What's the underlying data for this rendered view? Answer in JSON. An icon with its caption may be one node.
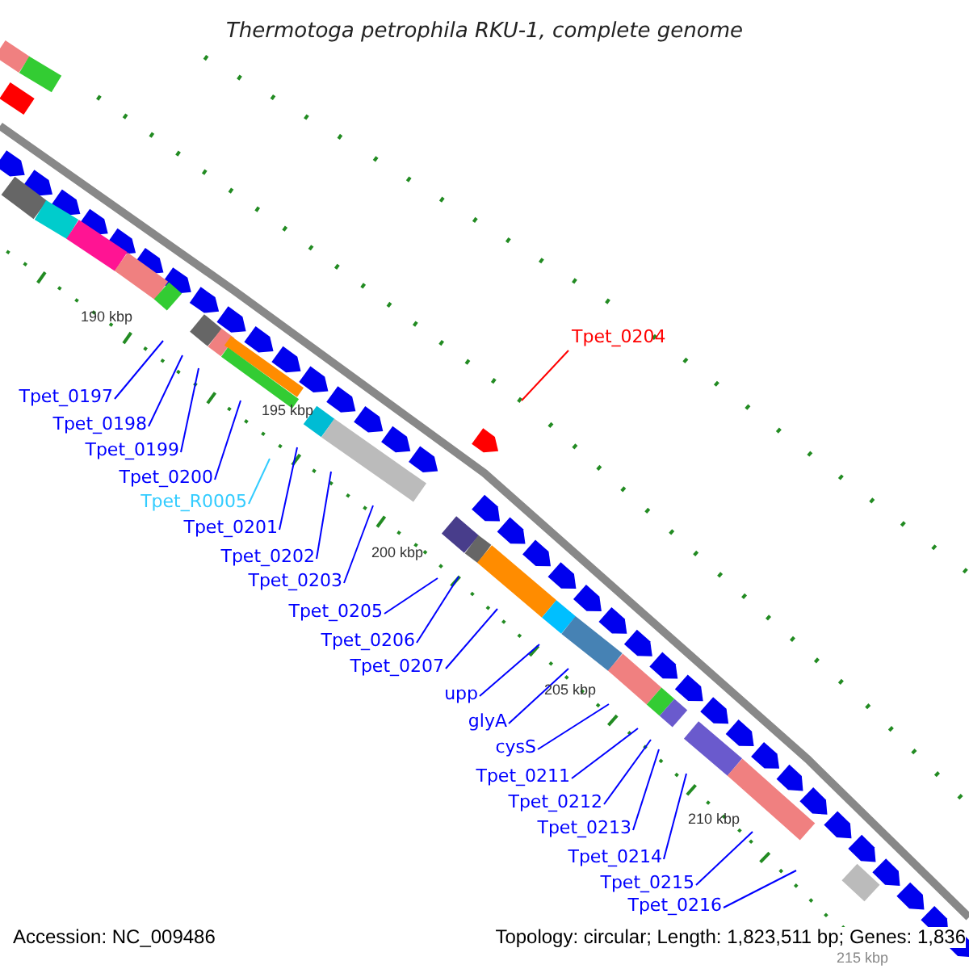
{
  "diagram": {
    "title": "Thermotoga petrophila RKU-1, complete genome",
    "nodes": [
      {
        "text": [
          "Tpet_0204"
        ]
      },
      {
        "text": [
          "Tpet_0197"
        ]
      },
      {
        "text": [
          "Tpet_0198"
        ]
      },
      {
        "text": [
          "Tpet_0199"
        ]
      },
      {
        "text": [
          "Tpet_0200"
        ]
      },
      {
        "text": [
          "Tpet_R0005"
        ]
      },
      {
        "text": [
          "Tpet_0201"
        ]
      },
      {
        "text": [
          "Tpet_0202"
        ]
      },
      {
        "text": [
          "Tpet_0203"
        ]
      },
      {
        "text": [
          "Tpet_0205"
        ]
      },
      {
        "text": [
          "Tpet_0206"
        ]
      },
      {
        "text": [
          "Tpet_0207"
        ]
      },
      {
        "text": [
          "upp"
        ]
      },
      {
        "text": [
          "glyA"
        ]
      },
      {
        "text": [
          "cysS"
        ]
      },
      {
        "text": [
          "Tpet_0211"
        ]
      },
      {
        "text": [
          "Tpet_0212"
        ]
      },
      {
        "text": [
          "Tpet_0213"
        ]
      },
      {
        "text": [
          "Tpet_0214"
        ]
      },
      {
        "text": [
          "Tpet_0215"
        ]
      },
      {
        "text": [
          "Tpet_0216"
        ]
      }
    ],
    "edges": [
      {
        "from": 0,
        "to": null,
        "arrow": "none",
        "color": "#ff0000"
      },
      {
        "from": 1,
        "to": null,
        "arrow": "none"
      },
      {
        "from": 2,
        "to": null,
        "arrow": "none"
      },
      {
        "from": 3,
        "to": null,
        "arrow": "none"
      },
      {
        "from": 4,
        "to": null,
        "arrow": "none"
      },
      {
        "from": 5,
        "to": null,
        "arrow": "none",
        "color": "#33ccff"
      },
      {
        "from": 6,
        "to": null,
        "arrow": "none"
      },
      {
        "from": 7,
        "to": null,
        "arrow": "none"
      },
      {
        "from": 8,
        "to": null,
        "arrow": "none"
      },
      {
        "from": 9,
        "to": null,
        "arrow": "none"
      },
      {
        "from": 10,
        "to": null,
        "arrow": "none"
      },
      {
        "from": 11,
        "to": null,
        "arrow": "none"
      },
      {
        "from": 12,
        "to": null,
        "arrow": "none"
      },
      {
        "from": 13,
        "to": null,
        "arrow": "none"
      },
      {
        "from": 14,
        "to": null,
        "arrow": "none"
      },
      {
        "from": 15,
        "to": null,
        "arrow": "none"
      },
      {
        "from": 16,
        "to": null,
        "arrow": "none"
      },
      {
        "from": 17,
        "to": null,
        "arrow": "none"
      },
      {
        "from": 18,
        "to": null,
        "arrow": "none"
      },
      {
        "from": 19,
        "to": null,
        "arrow": "none"
      },
      {
        "from": 20,
        "to": null,
        "arrow": "none"
      }
    ],
    "labels": [
      "190 kbp",
      "195 kbp",
      "200 kbp",
      "205 kbp",
      "210 kbp",
      "215 kbp",
      "Accession: NC_009486",
      "Topology: circular; Length: 1,823,511 bp; Genes: 1,836"
    ]
  }
}
